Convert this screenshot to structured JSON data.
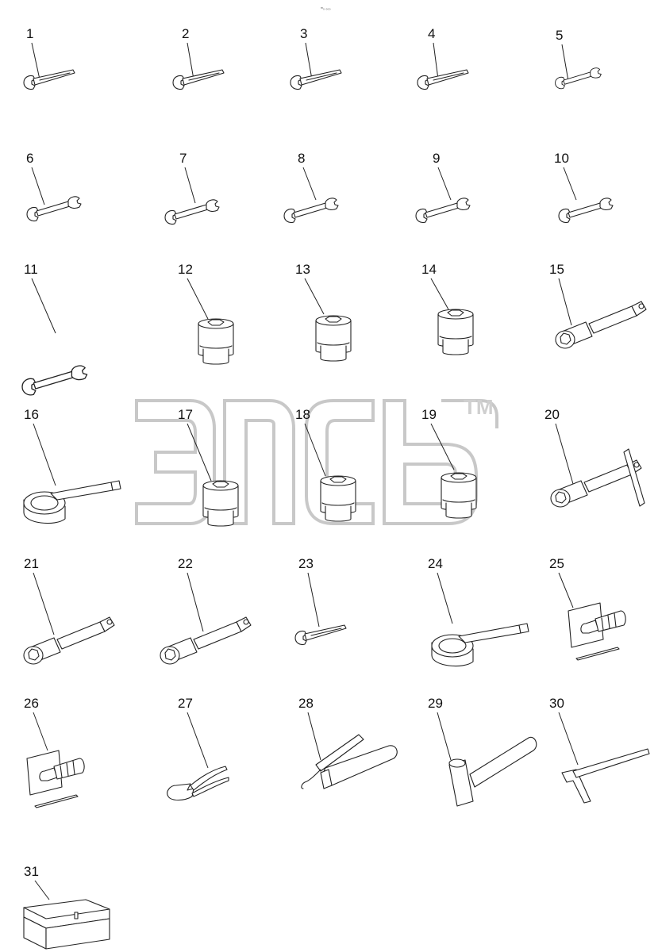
{
  "header": {
    "small_text": "ᵐ₀ ₀₀₀"
  },
  "watermark": {
    "tm": "TM"
  },
  "parts": [
    {
      "num": "1"
    },
    {
      "num": "2"
    },
    {
      "num": "3"
    },
    {
      "num": "4"
    },
    {
      "num": "5"
    },
    {
      "num": "6"
    },
    {
      "num": "7"
    },
    {
      "num": "8"
    },
    {
      "num": "9"
    },
    {
      "num": "10"
    },
    {
      "num": "11"
    },
    {
      "num": "12"
    },
    {
      "num": "13"
    },
    {
      "num": "14"
    },
    {
      "num": "15"
    },
    {
      "num": "16"
    },
    {
      "num": "17"
    },
    {
      "num": "18"
    },
    {
      "num": "19"
    },
    {
      "num": "20"
    },
    {
      "num": "21"
    },
    {
      "num": "22"
    },
    {
      "num": "23"
    },
    {
      "num": "24"
    },
    {
      "num": "25"
    },
    {
      "num": "26"
    },
    {
      "num": "27"
    },
    {
      "num": "28"
    },
    {
      "num": "29"
    },
    {
      "num": "30"
    },
    {
      "num": "31"
    }
  ]
}
